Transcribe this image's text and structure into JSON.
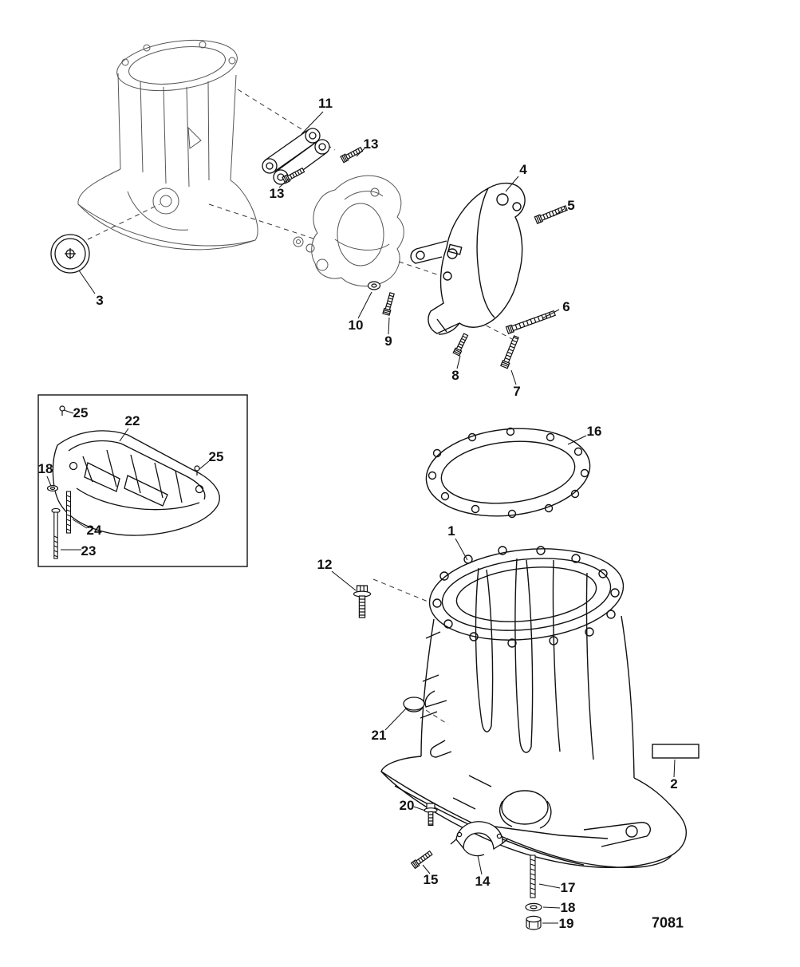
{
  "figure": {
    "number": "7081",
    "ink_color": "#1a1a1a",
    "background_color": "#ffffff"
  },
  "callouts": [
    {
      "num": "11"
    },
    {
      "num": "13"
    },
    {
      "num": "13"
    },
    {
      "num": "4"
    },
    {
      "num": "5"
    },
    {
      "num": "3"
    },
    {
      "num": "10"
    },
    {
      "num": "9"
    },
    {
      "num": "6"
    },
    {
      "num": "8"
    },
    {
      "num": "7"
    },
    {
      "num": "25"
    },
    {
      "num": "22"
    },
    {
      "num": "25"
    },
    {
      "num": "18"
    },
    {
      "num": "24"
    },
    {
      "num": "23"
    },
    {
      "num": "16"
    },
    {
      "num": "1"
    },
    {
      "num": "12"
    },
    {
      "num": "21"
    },
    {
      "num": "2"
    },
    {
      "num": "20"
    },
    {
      "num": "15"
    },
    {
      "num": "14"
    },
    {
      "num": "17"
    },
    {
      "num": "18"
    },
    {
      "num": "19"
    }
  ]
}
